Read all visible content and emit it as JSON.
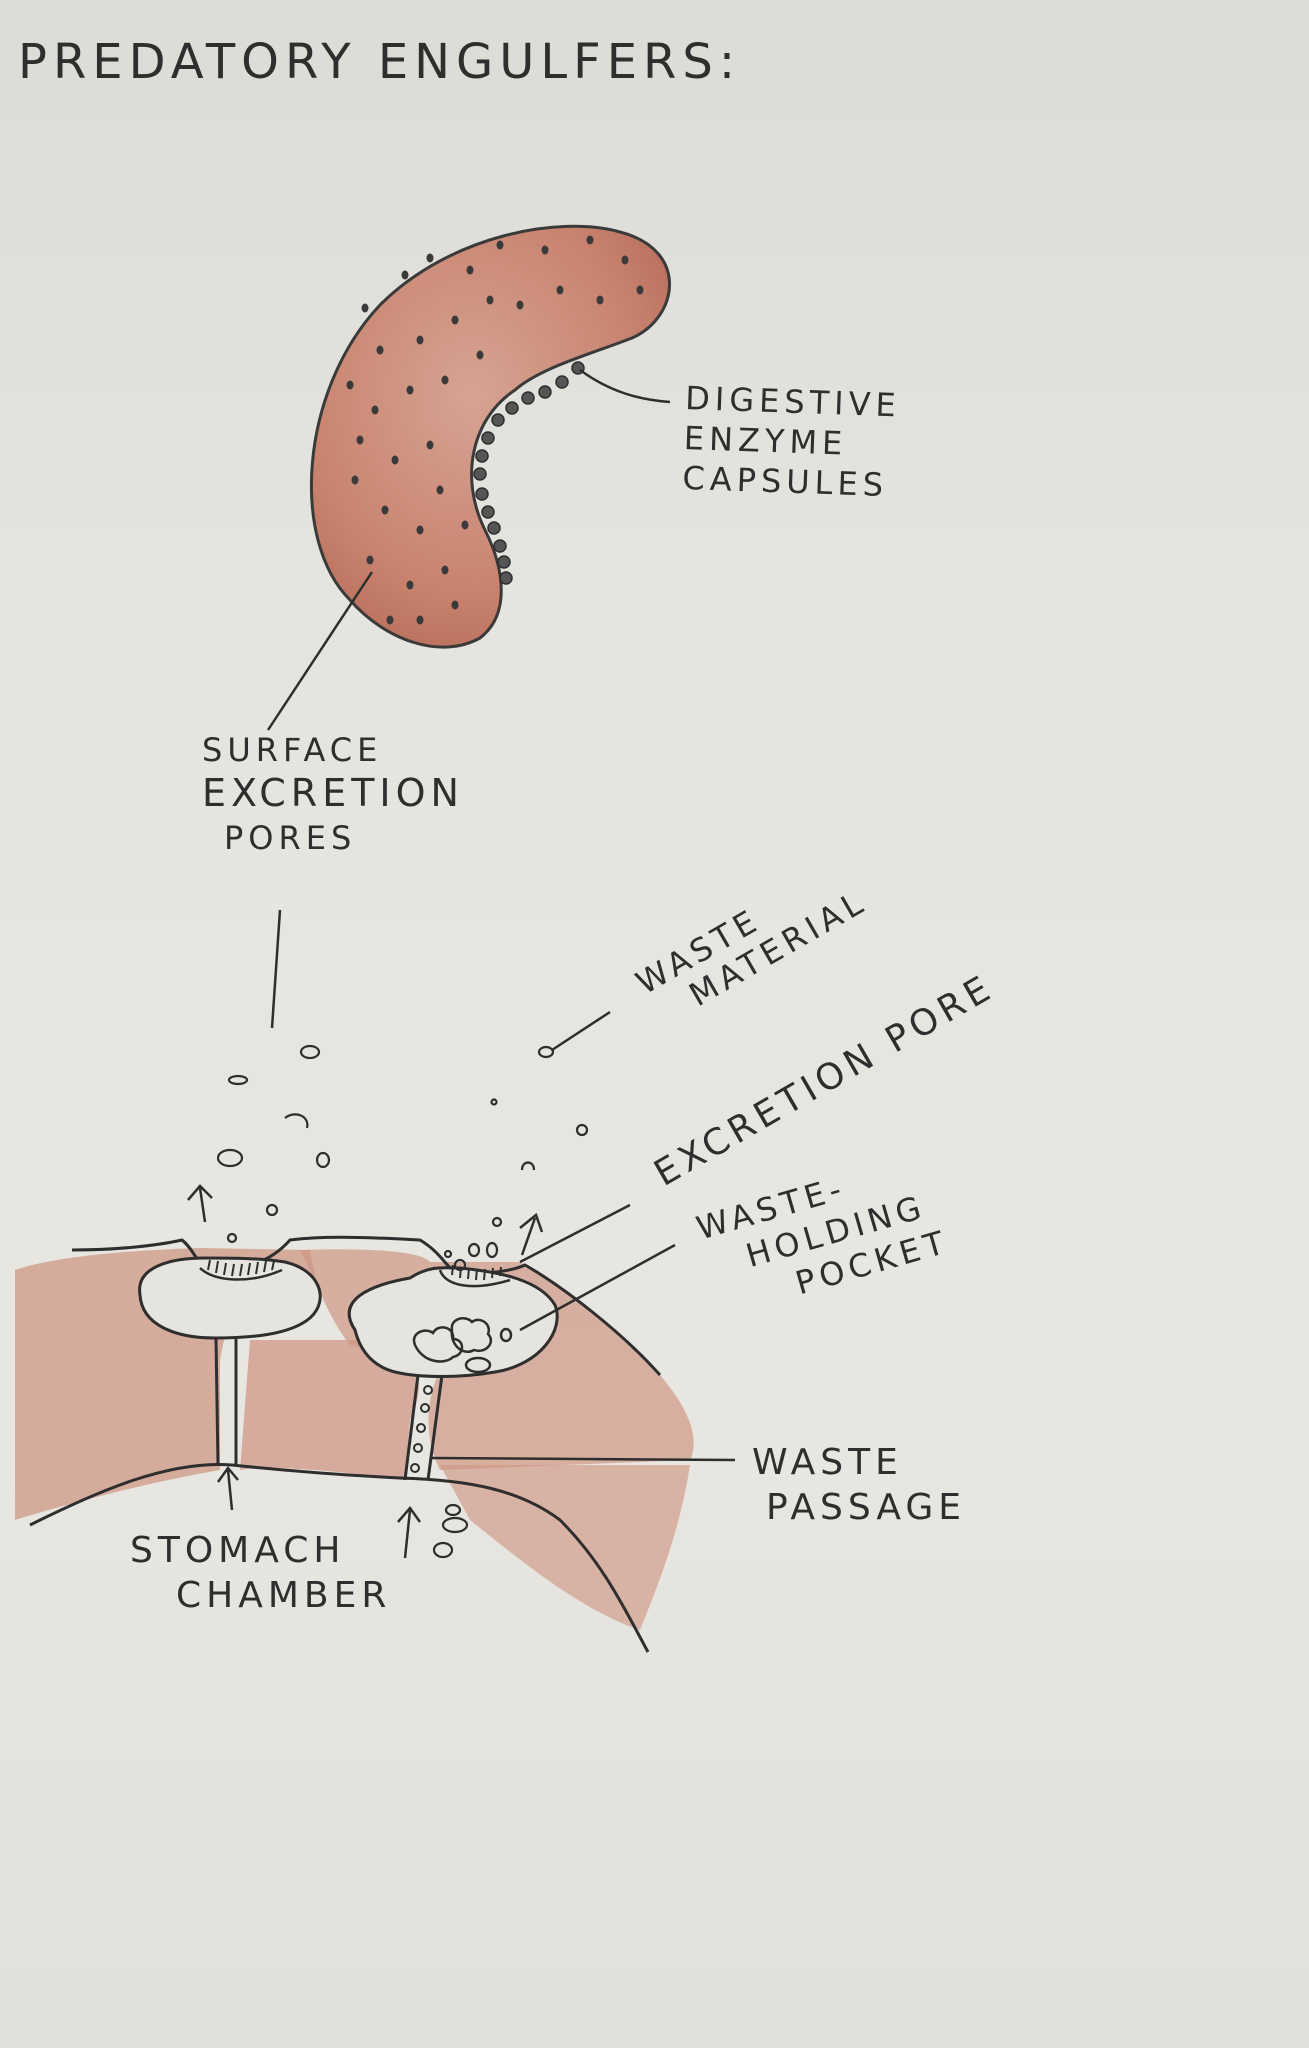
{
  "title": "PREDATORY ENGULFERS:",
  "labels": {
    "digestive": [
      "DIGESTIVE",
      "ENZYME",
      "CAPSULES"
    ],
    "surface_pores": [
      "SURFACE",
      "EXCRETION",
      "PORES"
    ],
    "waste_material": [
      "WASTE",
      "MATERIAL"
    ],
    "excretion_pore": "EXCRETION PORE",
    "waste_holding": [
      "WASTE-",
      "HOLDING",
      "POCKET"
    ],
    "waste_passage": [
      "WASTE",
      "PASSAGE"
    ],
    "stomach_chamber": [
      "STOMACH",
      "CHAMBER"
    ]
  },
  "colors": {
    "paper": "#e6e4de",
    "pencil": "#2e2e2e",
    "body_fill": "#c9826e",
    "tissue_fill": "#cf9785"
  }
}
